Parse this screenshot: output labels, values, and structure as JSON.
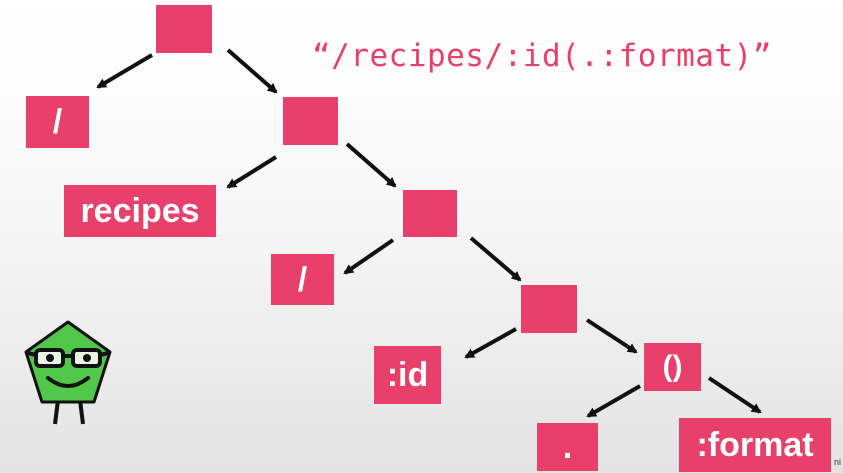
{
  "route_pattern": "“/recipes/:id(.:format)”",
  "nodes": {
    "root": "",
    "slash1": "/",
    "cat1": "",
    "recipes": "recipes",
    "cat2": "",
    "slash2": "/",
    "cat3": "",
    "id": ":id",
    "group": "()",
    "dot": ".",
    "format": ":format"
  },
  "watermark": "ni",
  "colors": {
    "node": "#e8406a",
    "node_text": "#ffffff",
    "arrow": "#111111",
    "route_text": "#e8406a",
    "mascot_body": "#52c84a"
  },
  "icons": {
    "mascot": "green-pentagon-face-with-glasses-icon"
  }
}
